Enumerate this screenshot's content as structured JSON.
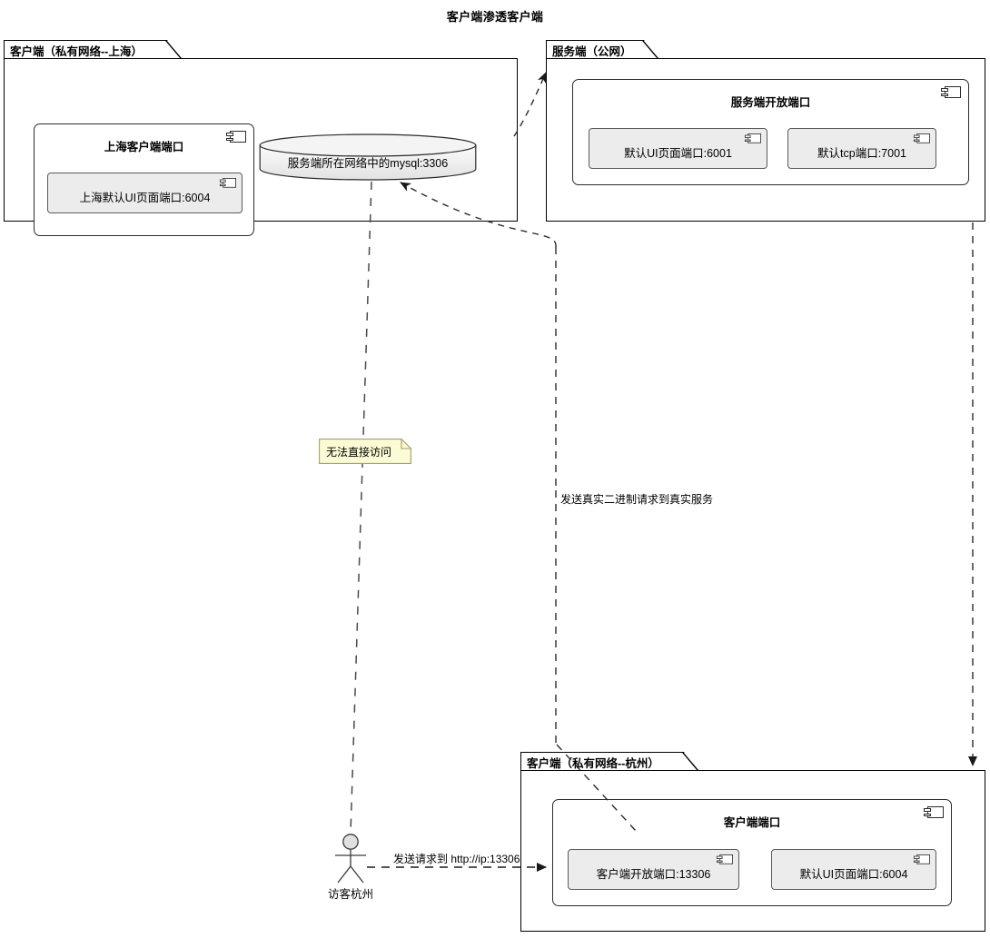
{
  "diagram": {
    "title": "客户端渗透客户端",
    "type": "uml-deployment-diagram"
  },
  "packages": [
    {
      "id": "client-shanghai",
      "label": "客户端（私有网络--上海）",
      "components": [
        {
          "id": "shanghai-client-port",
          "title": "上海客户端端口",
          "ports": [
            {
              "id": "shanghai-ui-port",
              "label": "上海默认UI页面端口:6004"
            }
          ]
        }
      ],
      "databases": [
        {
          "id": "server-network-mysql",
          "label": "服务端所在网络中的mysql:3306"
        }
      ]
    },
    {
      "id": "server-public",
      "label": "服务端（公网）",
      "components": [
        {
          "id": "server-open-port",
          "title": "服务端开放端口",
          "ports": [
            {
              "id": "server-ui-port",
              "label": "默认UI页面端口:6001"
            },
            {
              "id": "server-tcp-port",
              "label": "默认tcp端口:7001"
            }
          ]
        }
      ],
      "databases": []
    },
    {
      "id": "client-hangzhou",
      "label": "客户端（私有网络--杭州）",
      "components": [
        {
          "id": "client-port",
          "title": "客户端端口",
          "ports": [
            {
              "id": "client-open-port",
              "label": "客户端开放端口:13306"
            },
            {
              "id": "hangzhou-ui-port",
              "label": "默认UI页面端口:6004"
            }
          ]
        }
      ],
      "databases": []
    }
  ],
  "notes": [
    {
      "id": "no-direct-access",
      "text": "无法直接访问"
    }
  ],
  "actors": [
    {
      "id": "visitor-hangzhou",
      "label": "访客杭州"
    }
  ],
  "edges": [
    {
      "id": "visitor-to-client-open-port",
      "label": "发送请求到 http://ip:13306"
    },
    {
      "id": "server-to-real-service",
      "label": "发送真实二进制请求到真实服务"
    },
    {
      "id": "mysql-to-server",
      "label": ""
    },
    {
      "id": "mysql-to-visitor",
      "label": ""
    },
    {
      "id": "server-down-to-hangzhou",
      "label": ""
    },
    {
      "id": "hangzhou-to-mysql",
      "label": ""
    }
  ],
  "icons": {
    "component": "component-icon"
  },
  "colors": {
    "stroke": "#000000",
    "component_stroke": "#2b2b2b",
    "port_fill": "#ECECEC",
    "port_stroke": "#5a5a5a",
    "note_fill": "#FBFBD5",
    "note_stroke": "#A0A070",
    "database_fill": "#EFEFEF",
    "actor_head_fill": "#E0E0E0",
    "background": "#FFFFFF"
  }
}
